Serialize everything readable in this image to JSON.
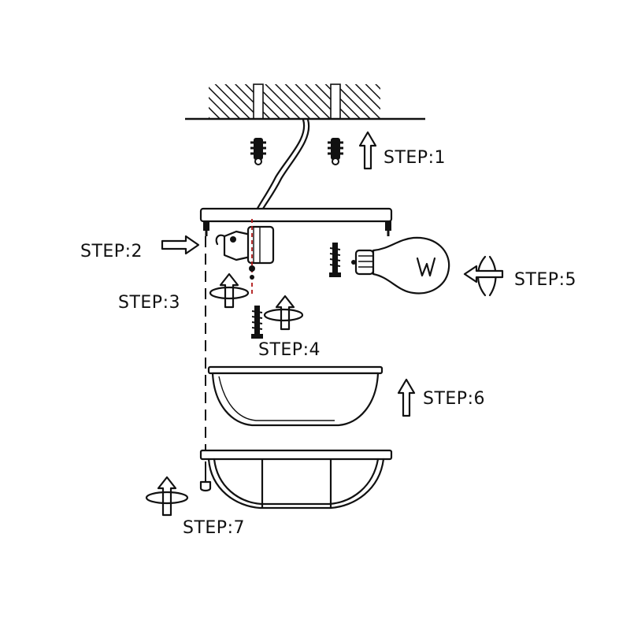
{
  "steps": {
    "s1": "STEP:1",
    "s2": "STEP:2",
    "s3": "STEP:3",
    "s4": "STEP:4",
    "s5": "STEP:5",
    "s6": "STEP:6",
    "s7": "STEP:7"
  },
  "colors": {
    "ink": "#111111",
    "guide": "#b01818",
    "background": "#ffffff"
  },
  "icons": [
    "ceiling-hatch-icon",
    "wall-plug-icon",
    "up-arrow-icon",
    "rotate-arrow-icon",
    "screw-icon",
    "light-bulb-icon",
    "lamp-socket-icon",
    "glass-bowl-icon",
    "wire-cage-icon",
    "cap-nut-icon"
  ]
}
